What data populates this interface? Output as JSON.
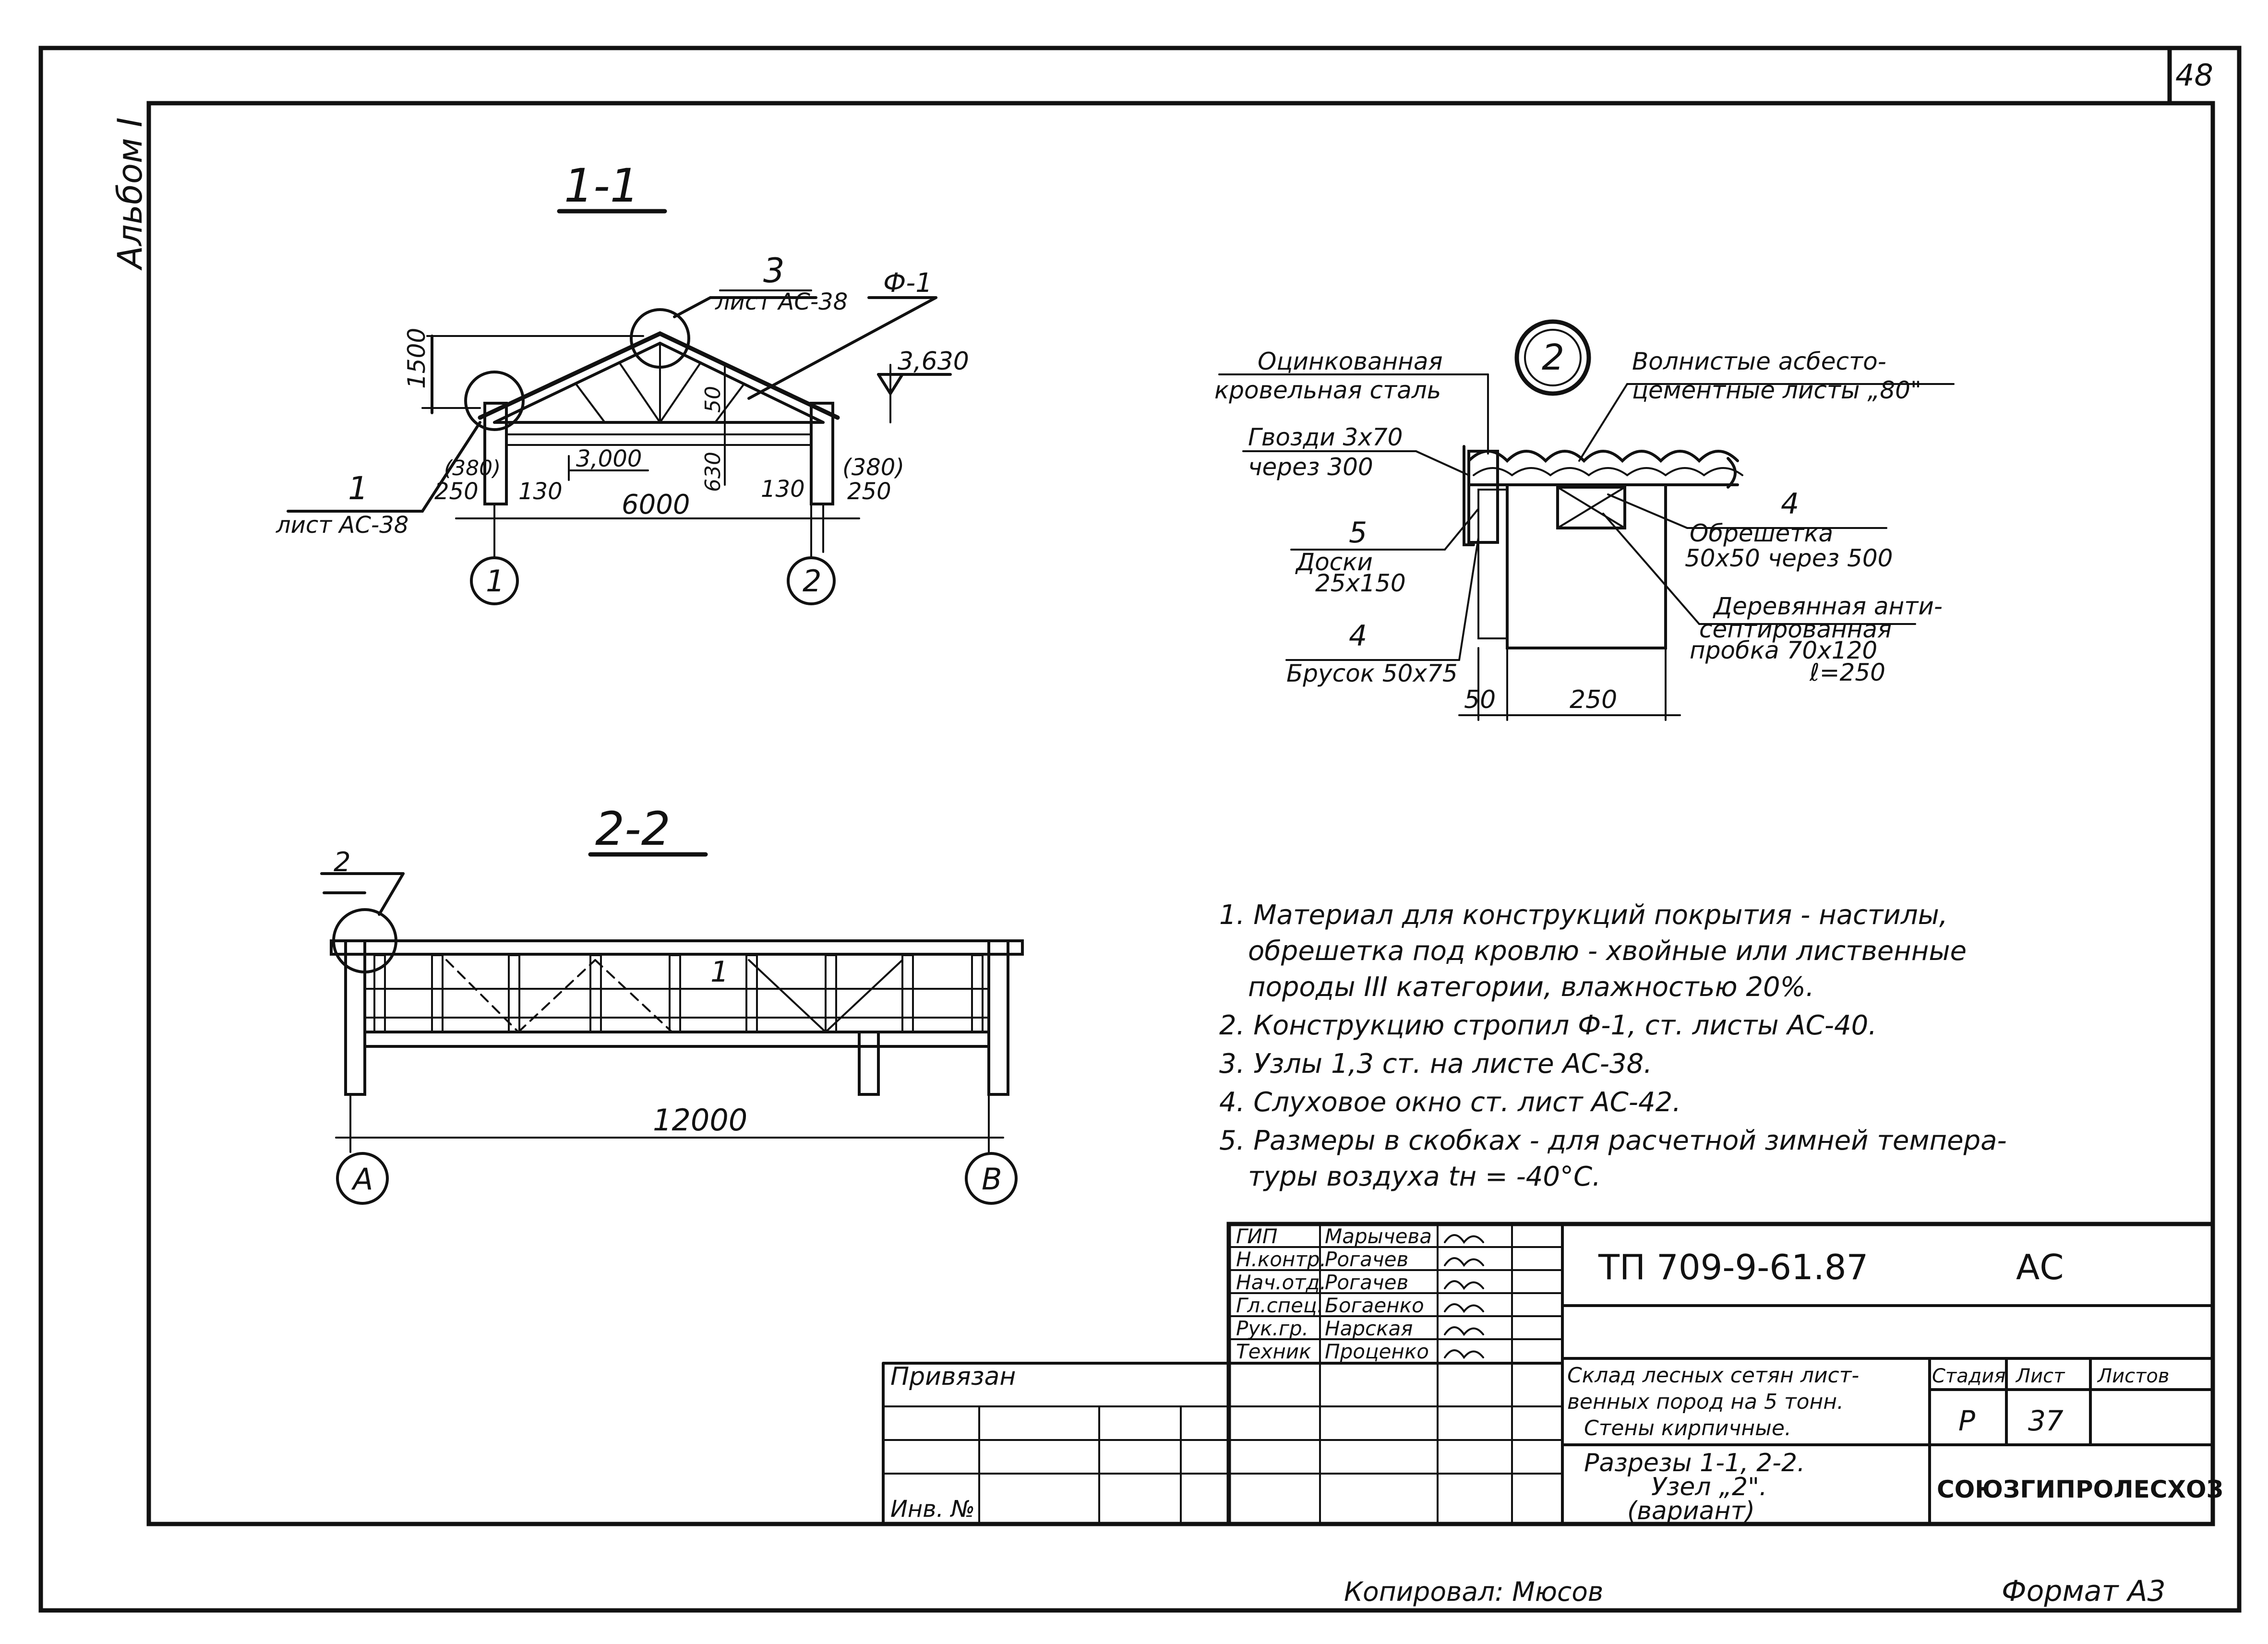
{
  "sheet": {
    "number": "48",
    "album": "Альбом I",
    "copied_by": "Копировал: Мюсов",
    "format": "Формат А3"
  },
  "section_1_1": {
    "title": "1-1",
    "labels": {
      "node3_num": "3",
      "node3_sheet": "лист АС-38",
      "truss": "Ф-1",
      "elev": "3,630",
      "h1500": "1500",
      "h50": "50",
      "h630": "630",
      "elev_low": "3,000",
      "d380l": "(380)",
      "d250l": "250",
      "d130l": "130",
      "d6000": "6000",
      "d130r": "130",
      "d380r": "(380)",
      "d250r": "250",
      "node1_num": "1",
      "node1_sheet": "лист АС-38",
      "axis1": "1",
      "axis2": "2"
    }
  },
  "node_2": {
    "marker": "2",
    "labels": {
      "steel1": "Оцинкованная",
      "steel2": "кровельная сталь",
      "sheets1": "Волнистые асбесто-",
      "sheets2": "цементные листы „80\"",
      "nails1": "Гвозди 3х70",
      "nails2": "через 300",
      "n4a": "4",
      "lath1": "Обрешетка",
      "lath2": "50х50 через 500",
      "n5": "5",
      "boards1": "Доски",
      "boards2": "25х150",
      "plug1": "Деревянная анти-",
      "plug2": "септированная",
      "plug3": "пробка 70х120",
      "plug4": "ℓ=250",
      "n4b": "4",
      "bar": "Брусок 50х75",
      "d50": "50",
      "d250": "250"
    }
  },
  "section_2_2": {
    "title": "2-2",
    "labels": {
      "node": "2",
      "truss": "1",
      "d12000": "12000",
      "axisA": "А",
      "axisB": "В"
    }
  },
  "notes": [
    "1. Материал для конструкций покрытия - настилы,",
    "обрешетка под кровлю - хвойные или лиственные",
    "породы III категории, влажностью 20%.",
    "2. Конструкцию стропил Ф-1, ст. листы АС-40.",
    "3. Узлы 1,3 ст. на листе АС-38.",
    "4. Слуховое окно ст. лист АС-42.",
    "5. Размеры в скобках - для расчетной зимней темпера-",
    "туры воздуха tн = -40°С."
  ],
  "title_block": {
    "signatures": [
      {
        "role": "ГИП",
        "name": "Марычева"
      },
      {
        "role": "Н.контр.",
        "name": "Рогачев"
      },
      {
        "role": "Нач.отд.",
        "name": "Рогачев"
      },
      {
        "role": "Гл.спец.",
        "name": "Богаенко"
      },
      {
        "role": "Рук.гр.",
        "name": "Нарская"
      },
      {
        "role": "Техник",
        "name": "Проценко"
      }
    ],
    "doc_code": "ТП 709-9-61.87",
    "mark": "АС",
    "object_line1": "Склад лесных сетян лист-",
    "object_line2": "венных пород на 5 тонн.",
    "object_line3": "Стены кирпичные.",
    "sheet_title1": "Разрезы 1-1, 2-2.",
    "sheet_title2": "Узел „2\".",
    "sheet_title3": "(вариант)",
    "col_stage": "Стадия",
    "col_sheet": "Лист",
    "col_sheets": "Листов",
    "stage": "Р",
    "sheet": "37",
    "org": "СОЮЗГИПРОЛЕСХОЗ",
    "privyazan": "Привязан",
    "inv": "Инв. №"
  }
}
